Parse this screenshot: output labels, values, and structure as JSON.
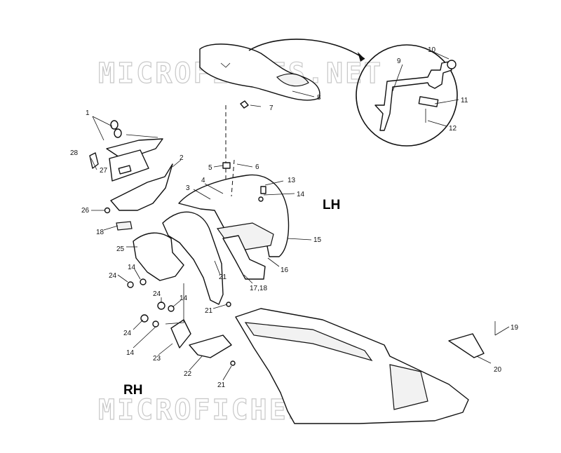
{
  "watermarks": [
    "MICROFICHES.NET",
    "MICROFICHES.NET"
  ],
  "side_labels": {
    "left_hand": "LH",
    "right_hand": "RH"
  },
  "callouts": {
    "c1": "1",
    "c2": "2",
    "c3": "3",
    "c4": "4",
    "c5": "5",
    "c6": "6",
    "c7": "7",
    "c8": "8",
    "c9": "9",
    "c10": "10",
    "c11": "11",
    "c12": "12",
    "c13": "13",
    "c14a": "14",
    "c14b": "14",
    "c14c": "14",
    "c14d": "14",
    "c15": "15",
    "c16": "16",
    "c17": "17,18",
    "c18": "18",
    "c19": "19",
    "c20": "20",
    "c21a": "21",
    "c21b": "21",
    "c21c": "21",
    "c22": "22",
    "c23": "23",
    "c24a": "24",
    "c24b": "24",
    "c24c": "24",
    "c25": "25",
    "c26": "26",
    "c27": "27",
    "c28": "28"
  }
}
